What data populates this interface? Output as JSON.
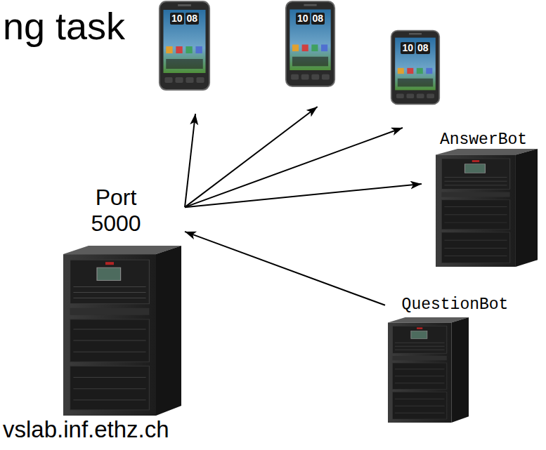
{
  "diagram": {
    "title": "ng task",
    "nodes": [
      {
        "text": [
          "10",
          "08"
        ]
      },
      {
        "text": [
          "10",
          "08"
        ]
      },
      {
        "text": [
          "10",
          "08"
        ]
      },
      {
        "text": [
          "AnswerBot"
        ]
      },
      {
        "text": [
          "Port 5000",
          "vslab.inf.ethz.ch"
        ]
      },
      {
        "text": [
          "QuestionBot"
        ]
      }
    ],
    "edges": [
      {
        "from": 4,
        "to": 0,
        "arrow": "to"
      },
      {
        "from": 4,
        "to": 1,
        "arrow": "to"
      },
      {
        "from": 4,
        "to": 2,
        "arrow": "to"
      },
      {
        "from": 4,
        "to": 3,
        "arrow": "to"
      },
      {
        "from": 5,
        "to": 4,
        "arrow": "to"
      }
    ]
  }
}
